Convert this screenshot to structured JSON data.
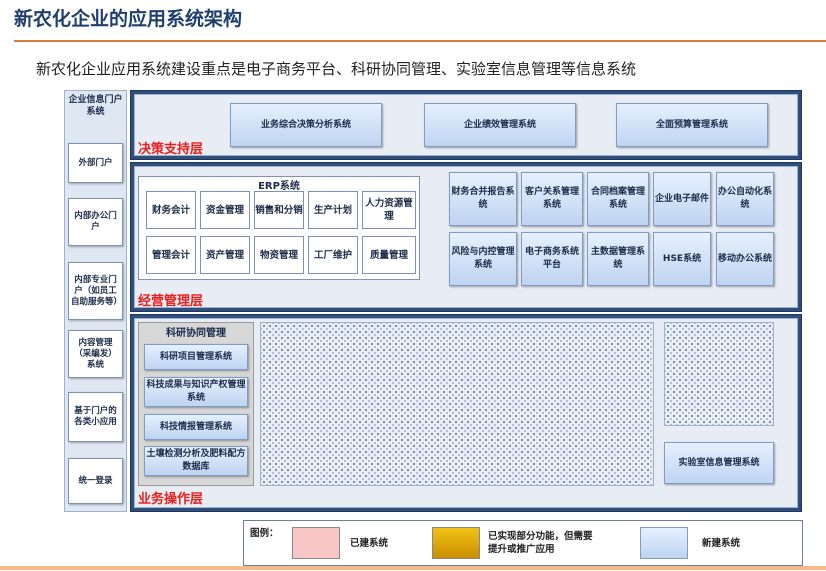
{
  "title": "新农化企业的应用系统架构",
  "subtitle": "新农化企业应用系统建设重点是电子商务平台、科研协同管理、实验室信息管理等信息系统",
  "portal": {
    "title": "企业信息门户系统",
    "items": [
      "外部门户",
      "内部办公门户",
      "内部专业门户（如员工自助服务等）",
      "内容管理（采编发）系统",
      "基于门户的各类小应用",
      "统一登录"
    ]
  },
  "decision": {
    "label": "决策支持层",
    "items": [
      "业务综合决策分析系统",
      "企业绩效管理系统",
      "全面预算管理系统"
    ]
  },
  "management": {
    "label": "经营管理层",
    "erp_title": "ERP系统",
    "erp_row1": [
      "财务会计",
      "资金管理",
      "销售和分销",
      "生产计划",
      "人力资源管理"
    ],
    "erp_row2": [
      "管理会计",
      "资产管理",
      "物资管理",
      "工厂维护",
      "质量管理"
    ],
    "row1": [
      "财务合并报告系统",
      "客户关系管理系统",
      "合同档案管理系统",
      "企业电子邮件",
      "办公自动化系统"
    ],
    "row2": [
      "风险与内控管理系统",
      "电子商务系统平台",
      "主数据管理系统",
      "HSE系统",
      "移动办公系统"
    ]
  },
  "operation": {
    "label": "业务操作层",
    "research_title": "科研协同管理",
    "research_items": [
      "科研项目管理系统",
      "科技成果与知识产权管理系统",
      "科技情报管理系统",
      "土壤检测分析及肥料配方数据库"
    ],
    "lab": "实验室信息管理系统"
  },
  "legend": {
    "title": "图例：",
    "items": [
      "已建系统",
      "已实现部分功能，但需要提升或推广应用",
      "新建系统"
    ],
    "colors": [
      "#f9c6c6",
      "#e0a800",
      "#c6d9f4"
    ]
  }
}
